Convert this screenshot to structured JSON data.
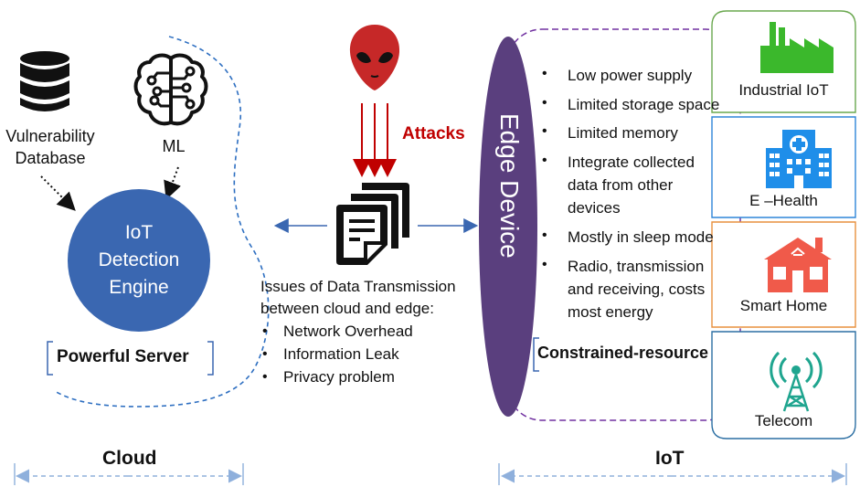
{
  "cloud_side": {
    "vulnerability_database": "Vulnerability\nDatabase",
    "ml": "ML",
    "detection_engine": "IoT\nDetection\nEngine",
    "powerful_server": "Powerful Server",
    "zone_label": "Cloud"
  },
  "middle": {
    "attacks": "Attacks",
    "issues_heading_1": "Issues of Data Transmission",
    "issues_heading_2": "between cloud and edge:",
    "issues": [
      "Network Overhead",
      "Information Leak",
      "Privacy problem"
    ]
  },
  "edge": {
    "edge_device": "Edge Device",
    "constraints": [
      [
        "Low power supply"
      ],
      [
        "Limited storage space"
      ],
      [
        "Limited memory"
      ],
      [
        "Integrate collected",
        "data from other",
        "devices"
      ],
      [
        "Mostly in sleep mode"
      ],
      [
        "Radio, transmission",
        "and receiving, costs",
        "most energy"
      ]
    ],
    "constrained_resource": "Constrained-resource",
    "zone_label": "IoT"
  },
  "domains": [
    {
      "label": "Industrial IoT",
      "icon": "factory-icon",
      "color": "#3bb82c"
    },
    {
      "label": "E –Health",
      "icon": "hospital-icon",
      "color": "#1f8ee9"
    },
    {
      "label": "Smart Home",
      "icon": "house-icon",
      "color": "#f05a4a"
    },
    {
      "label": "Telecom",
      "icon": "antenna-icon",
      "color": "#1fa58f"
    }
  ],
  "colors": {
    "engine_blue": "#3a67b1",
    "edge_purple": "#5a3f7e",
    "attack_red": "#c00000",
    "arrow_blue": "#3a67b1",
    "cloud_dash": "#2e6fc1",
    "iot_dash": "#7030a0"
  }
}
